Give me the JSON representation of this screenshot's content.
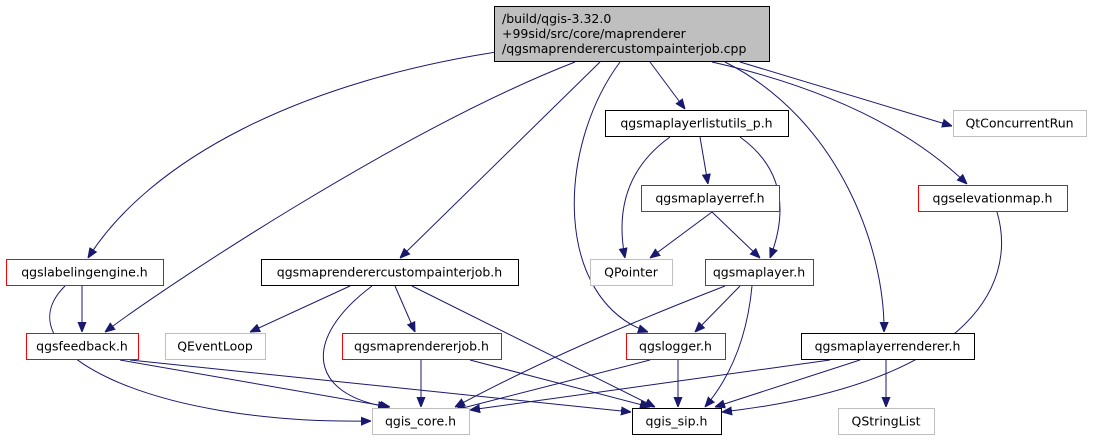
{
  "colors": {
    "edge": "#191970",
    "root_fill": "#bfbfbf",
    "root_border": "#000000",
    "black_border": "#000000",
    "red_border": "#ff0000",
    "gray_border": "#bfbfbf",
    "node_fill": "#ffffff"
  },
  "nodes": [
    {
      "id": "root",
      "style": "root",
      "lines": [
        "/build/qgis-3.32.0",
        "+99sid/src/core/maprenderer",
        "/qgsmaprenderercustompainterjob.cpp"
      ]
    },
    {
      "id": "layerlistutils",
      "style": "black",
      "lines": [
        "qgsmaplayerlistutils_p.h"
      ]
    },
    {
      "id": "qtconcurrentrun",
      "style": "gray",
      "lines": [
        "QtConcurrentRun"
      ]
    },
    {
      "id": "maplayerref",
      "style": "red",
      "lines": [
        "qgsmaplayerref.h"
      ]
    },
    {
      "id": "elevationmap",
      "style": "red",
      "lines": [
        "qgselevationmap.h"
      ]
    },
    {
      "id": "labelingengine",
      "style": "red",
      "lines": [
        "qgslabelingengine.h"
      ]
    },
    {
      "id": "custompainterjob_h",
      "style": "black",
      "lines": [
        "qgsmaprenderercustompainterjob.h"
      ]
    },
    {
      "id": "qpointer",
      "style": "gray",
      "lines": [
        "QPointer"
      ]
    },
    {
      "id": "maplayer",
      "style": "red",
      "lines": [
        "qgsmaplayer.h"
      ]
    },
    {
      "id": "feedback",
      "style": "red",
      "lines": [
        "qgsfeedback.h"
      ]
    },
    {
      "id": "qeventloop",
      "style": "gray",
      "lines": [
        "QEventLoop"
      ]
    },
    {
      "id": "rendererjob",
      "style": "red",
      "lines": [
        "qgsmaprendererjob.h"
      ]
    },
    {
      "id": "logger",
      "style": "red",
      "lines": [
        "qgslogger.h"
      ]
    },
    {
      "id": "layerrenderer",
      "style": "black",
      "lines": [
        "qgsmaplayerrenderer.h"
      ]
    },
    {
      "id": "qgis_core",
      "style": "gray",
      "lines": [
        "qgis_core.h"
      ]
    },
    {
      "id": "qgis_sip",
      "style": "black",
      "lines": [
        "qgis_sip.h"
      ]
    },
    {
      "id": "qstringlist",
      "style": "gray",
      "lines": [
        "QStringList"
      ]
    }
  ],
  "edges": [
    {
      "from": "root",
      "to": "layerlistutils"
    },
    {
      "from": "root",
      "to": "qtconcurrentrun"
    },
    {
      "from": "root",
      "to": "elevationmap"
    },
    {
      "from": "root",
      "to": "labelingengine"
    },
    {
      "from": "root",
      "to": "feedback"
    },
    {
      "from": "root",
      "to": "custompainterjob_h"
    },
    {
      "from": "root",
      "to": "logger"
    },
    {
      "from": "root",
      "to": "layerrenderer"
    },
    {
      "from": "layerlistutils",
      "to": "maplayerref"
    },
    {
      "from": "layerlistutils",
      "to": "qpointer"
    },
    {
      "from": "layerlistutils",
      "to": "maplayer"
    },
    {
      "from": "maplayerref",
      "to": "qpointer"
    },
    {
      "from": "maplayerref",
      "to": "maplayer"
    },
    {
      "from": "elevationmap",
      "to": "qgis_sip"
    },
    {
      "from": "labelingengine",
      "to": "feedback"
    },
    {
      "from": "labelingengine",
      "to": "qgis_core"
    },
    {
      "from": "custompainterjob_h",
      "to": "qeventloop"
    },
    {
      "from": "custompainterjob_h",
      "to": "rendererjob"
    },
    {
      "from": "custompainterjob_h",
      "to": "qgis_core"
    },
    {
      "from": "custompainterjob_h",
      "to": "qgis_sip"
    },
    {
      "from": "maplayer",
      "to": "logger"
    },
    {
      "from": "maplayer",
      "to": "qgis_core"
    },
    {
      "from": "maplayer",
      "to": "qgis_sip"
    },
    {
      "from": "feedback",
      "to": "qgis_core"
    },
    {
      "from": "feedback",
      "to": "qgis_sip"
    },
    {
      "from": "rendererjob",
      "to": "qgis_core"
    },
    {
      "from": "rendererjob",
      "to": "qgis_sip"
    },
    {
      "from": "logger",
      "to": "qgis_core"
    },
    {
      "from": "logger",
      "to": "qgis_sip"
    },
    {
      "from": "layerrenderer",
      "to": "qgis_core"
    },
    {
      "from": "layerrenderer",
      "to": "qgis_sip"
    },
    {
      "from": "layerrenderer",
      "to": "qstringlist"
    }
  ]
}
